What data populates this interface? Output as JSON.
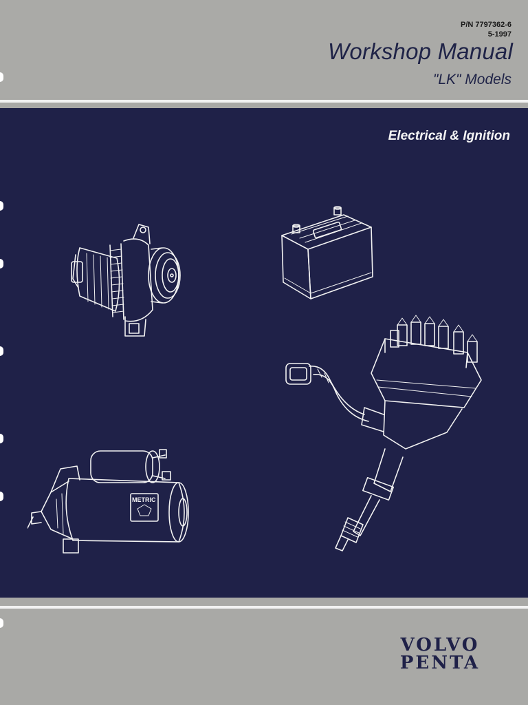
{
  "header": {
    "part_number": "P/N 7797362-6",
    "date": "5-1997",
    "title": "Workshop Manual",
    "subtitle": "\"LK\" Models"
  },
  "panel": {
    "section_title": "Electrical & Ignition",
    "starter_label": "METRIC"
  },
  "logo": {
    "line1": "VOLVO",
    "line2": "PENTA"
  },
  "colors": {
    "gray_band": "#a9a9a6",
    "navy_panel": "#1f2148",
    "title_text": "#1f2347",
    "line_art": "#f1f1f1"
  }
}
